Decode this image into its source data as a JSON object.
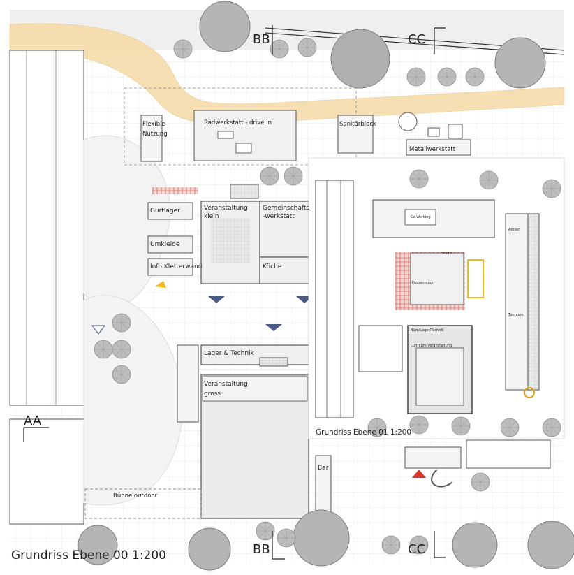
{
  "plan": {
    "title": "Grundriss Ebene 00 1:200",
    "inset_title": "Grundriss Ebene 01 1:200",
    "section_markers": {
      "aa": "AA",
      "bb_top": "BB",
      "bb_bottom": "BB",
      "cc_top": "CC",
      "cc_bottom": "CC"
    },
    "rooms": {
      "flexible": "Flexible",
      "nutzung": "Nutzung",
      "radwerkstatt": "Radwerkstatt - drive in",
      "sanitaer": "Sanitärblock",
      "metallwerkstatt": "Metallwerkstatt",
      "gurtlager": "Gurtlager",
      "umkleide": "Umkleide",
      "info": "Info Kletterwand",
      "veranstaltung_klein_1": "Veranstaltung",
      "veranstaltung_klein_2": "klein",
      "gemeinschaft_1": "Gemeinschafts",
      "gemeinschaft_2": "-werkstatt",
      "kueche": "Küche",
      "lager_technik": "Lager & Technik",
      "veranstaltung_gross_1": "Veranstaltung",
      "veranstaltung_gross_2": "gross",
      "bar": "Bar",
      "buehne": "Bühne outdoor"
    },
    "inset_rooms": {
      "coworking": "Co-Working",
      "studio": "Studio",
      "probenraum": "Probenraum",
      "buero": "Büro/Lager/Technik",
      "luftraum": "Luftraum Veranstaltung",
      "atelier": "Atelier",
      "tonraum": "Tonraum"
    },
    "colors": {
      "path": "#f6dcaa",
      "tree": "#a9a9a9",
      "wall": "#555555",
      "triangle_blue": "#4a5a84",
      "triangle_red": "#d8342c",
      "hatch_red": "#c94a3c",
      "yellow": "#f2b91c"
    }
  }
}
